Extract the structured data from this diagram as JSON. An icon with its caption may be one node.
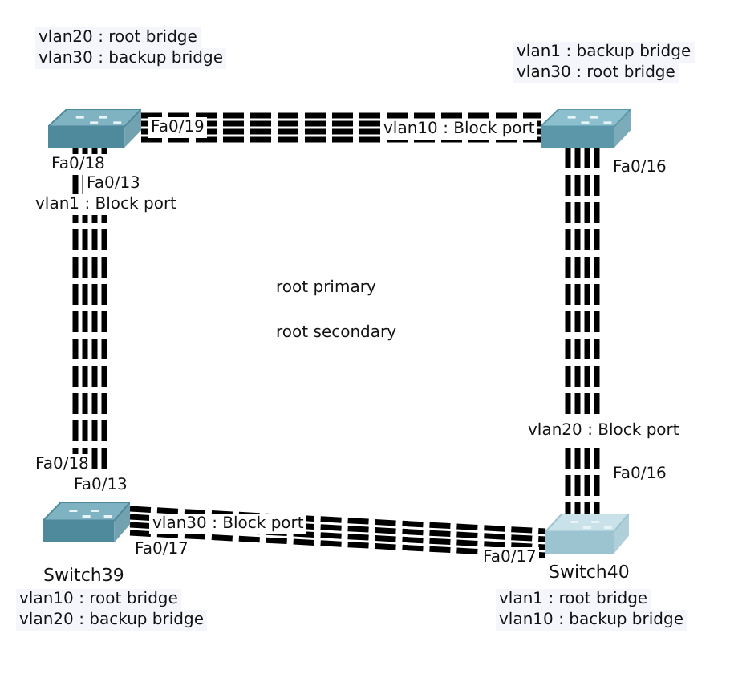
{
  "diagram": {
    "nodes": [
      {
        "text": [],
        "shape": "picture"
      },
      {
        "text": [],
        "shape": "picture"
      },
      {
        "text": [],
        "shape": "picture",
        "beside": [
          "Switch39"
        ]
      },
      {
        "text": [],
        "shape": "picture",
        "beside": [
          "Switch40"
        ]
      }
    ],
    "edges": [
      {
        "from": 0,
        "to": 1,
        "arrow": "none",
        "style": "dashed"
      },
      {
        "from": 0,
        "to": 1,
        "arrow": "none",
        "style": "dashed",
        "label": "vlan10 : Block port"
      },
      {
        "from": 0,
        "to": 1,
        "arrow": "none",
        "style": "dashed"
      },
      {
        "from": 0,
        "to": 1,
        "arrow": "none",
        "style": "dashed"
      },
      {
        "from": 0,
        "to": 2,
        "arrow": "none",
        "style": "dashed"
      },
      {
        "from": 0,
        "to": 2,
        "arrow": "none",
        "style": "dashed",
        "label": "vlan1 : Block port"
      },
      {
        "from": 0,
        "to": 2,
        "arrow": "none",
        "style": "dashed"
      },
      {
        "from": 0,
        "to": 2,
        "arrow": "none",
        "style": "dashed"
      },
      {
        "from": 1,
        "to": 3,
        "arrow": "none",
        "style": "dashed"
      },
      {
        "from": 1,
        "to": 3,
        "arrow": "none",
        "style": "dashed",
        "label": "vlan20 : Block port"
      },
      {
        "from": 1,
        "to": 3,
        "arrow": "none",
        "style": "dashed"
      },
      {
        "from": 1,
        "to": 3,
        "arrow": "none",
        "style": "dashed"
      },
      {
        "from": 2,
        "to": 3,
        "arrow": "none",
        "style": "dashed"
      },
      {
        "from": 2,
        "to": 3,
        "arrow": "none",
        "style": "dashed",
        "label": "vlan30 : Block port"
      },
      {
        "from": 2,
        "to": 3,
        "arrow": "none",
        "style": "dashed"
      },
      {
        "from": 2,
        "to": 3,
        "arrow": "none",
        "style": "dashed"
      }
    ],
    "labels": [
      "vlan20 : root bridge",
      "vlan30 : backup bridge",
      "vlan1 : backup bridge",
      "vlan30 : root bridge",
      "Fa0/19",
      "Fa0/18",
      "Fa0/13",
      "Fa0/16",
      "root primary",
      "root secondary",
      "Fa0/18",
      "Fa0/16",
      "Fa0/13",
      "Fa0/17",
      "Fa0/17",
      "vlan1 : root bridge",
      "vlan10 : root bridge",
      "vlan10 : backup bridge",
      "vlan20 : backup bridge"
    ]
  }
}
